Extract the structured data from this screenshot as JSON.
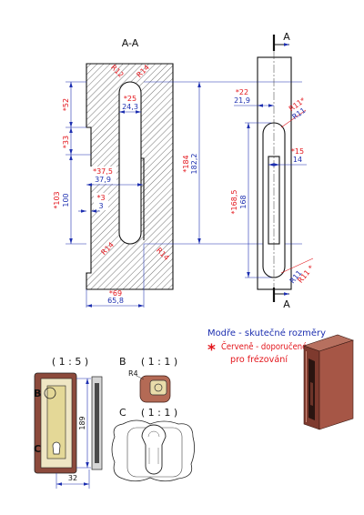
{
  "colors": {
    "recommended": "#e3151b",
    "actual": "#1d2fb0",
    "outline": "#111111",
    "body": "#8c4a3c"
  },
  "section_view": {
    "label": "A-A",
    "radius_top_left": "R12",
    "radius_top_right": "R14",
    "radius_bottom_left": "R14",
    "radius_bottom_right": "R14",
    "slot_width": {
      "recommended": "*25",
      "actual": "24,3"
    },
    "upper_offset": {
      "recommended": "*52"
    },
    "recess_offset": {
      "recommended": "*33"
    },
    "recess_length": {
      "recommended": "*103",
      "actual": "100"
    },
    "slot_depth": {
      "recommended": "*37,5",
      "actual": "37,9"
    },
    "recess_depth": {
      "recommended": "*3",
      "actual": "3"
    },
    "overall_length": {
      "recommended": "*184",
      "actual": "182,2"
    },
    "overall_depth": {
      "recommended": "*69",
      "actual": "65,8"
    }
  },
  "side_view": {
    "cut_label_top": "A",
    "cut_label_bottom": "A",
    "offset": {
      "recommended": "*22",
      "actual": "21,9"
    },
    "radius_top": {
      "recommended": "R11*",
      "actual": "R11"
    },
    "window_width": {
      "recommended": "*15",
      "actual": "14"
    },
    "slot_length": {
      "recommended": "*168,5",
      "actual": "168"
    },
    "radius_bottom": {
      "recommended": "R11 *",
      "actual": "R11"
    }
  },
  "legend": {
    "actual": "Modře - skutečné rozměry",
    "star": "*",
    "recommended": "Červeně - doporučené rozměry",
    "recommended_cont": "pro frézování"
  },
  "overview": {
    "scale": "( 1 : 5 )",
    "detail_b_marker": "B",
    "detail_c_marker": "C",
    "height": "189",
    "width": "32"
  },
  "detail_b": {
    "label": "B",
    "scale": "( 1 : 1 )",
    "radius": "R4"
  },
  "detail_c": {
    "label": "C",
    "scale": "( 1 : 1 )"
  }
}
